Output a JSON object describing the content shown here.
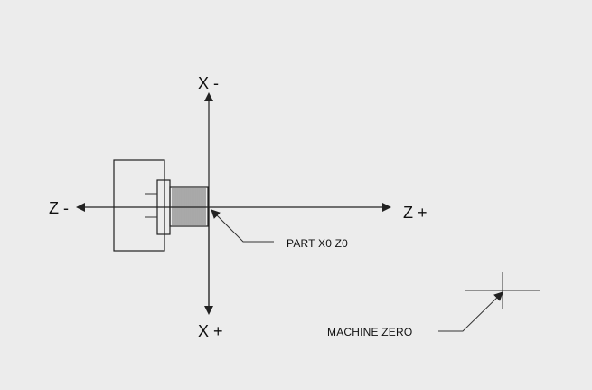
{
  "diagram": {
    "axes": {
      "x_minus_label": "X -",
      "x_plus_label": "X +",
      "z_minus_label": "Z -",
      "z_plus_label": "Z +"
    },
    "callouts": {
      "part_zero_label": "PART X0 Z0",
      "machine_zero_label": "MACHINE ZERO"
    },
    "colors": {
      "background": "#ececec",
      "line": "#222222"
    }
  }
}
